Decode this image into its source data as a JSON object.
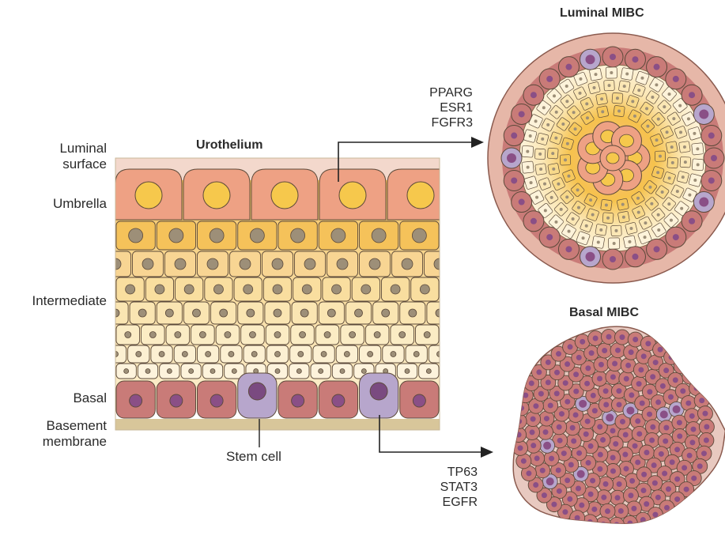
{
  "urothelium": {
    "title": "Urothelium",
    "layers": {
      "luminal_surface": [
        "Luminal",
        "surface"
      ],
      "umbrella": "Umbrella",
      "intermediate": "Intermediate",
      "basal": "Basal",
      "basement_membrane": [
        "Basement",
        "membrane"
      ]
    },
    "stem_cell_label": "Stem cell"
  },
  "luminal_mibc": {
    "title": "Luminal MIBC",
    "genes": [
      "PPARG",
      "ESR1",
      "FGFR3"
    ]
  },
  "basal_mibc": {
    "title": "Basal MIBC",
    "genes": [
      "TP63",
      "STAT3",
      "EGFR"
    ]
  },
  "colors": {
    "umbrella_fill": "#eea184",
    "umbrella_nucleus": "#f6c84c",
    "upper_intermediate_fill": "#f5c25a",
    "lower_intermediate_fill": "#fbe9c2",
    "intermediate_nucleus": "#9d8f78",
    "basal_fill": "#c97b78",
    "basal_nucleus": "#8a4f86",
    "stem_fill": "#b7a6cc",
    "stem_nucleus": "#7a4a80",
    "surface_band": "#f3d8cc",
    "membrane_band": "#d8c69a",
    "outline": "#5c4a3a"
  }
}
